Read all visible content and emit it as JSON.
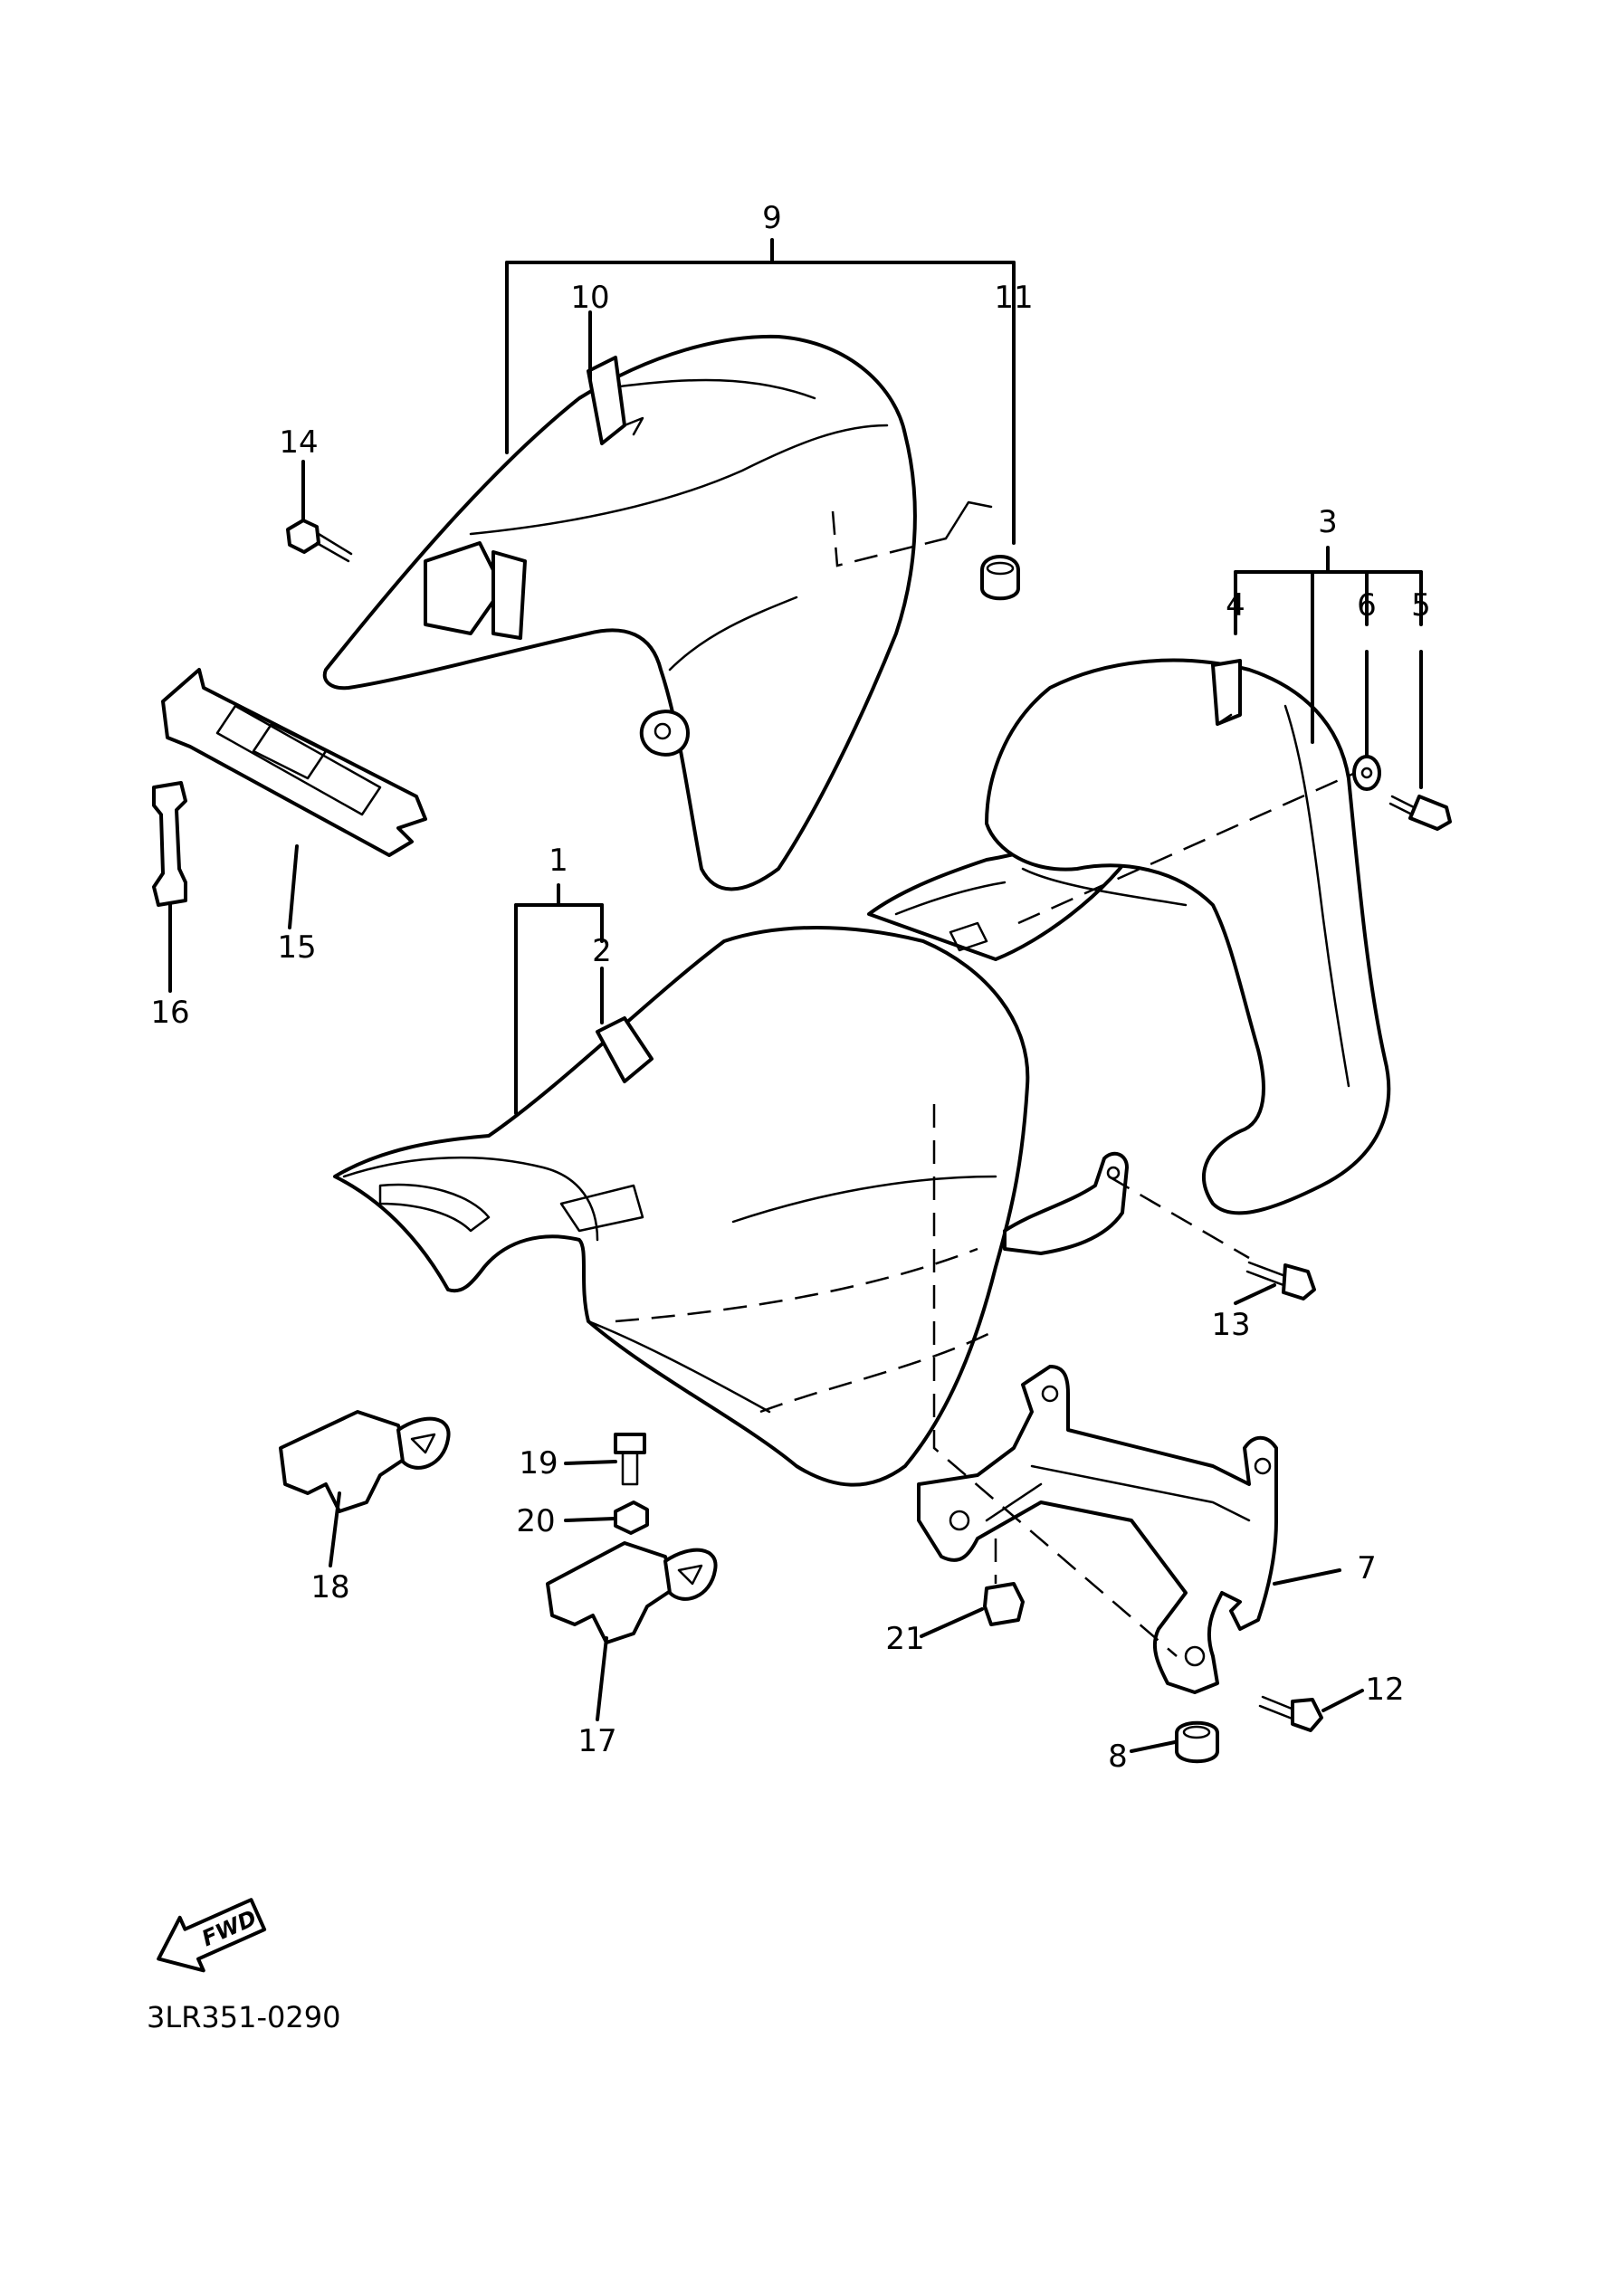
{
  "callouts": {
    "c1": "1",
    "c2": "2",
    "c3": "3",
    "c4": "4",
    "c5": "5",
    "c6": "6",
    "c7": "7",
    "c8": "8",
    "c9": "9",
    "c10": "10",
    "c11": "11",
    "c12": "12",
    "c13": "13",
    "c14": "14",
    "c15": "15",
    "c16": "16",
    "c17": "17",
    "c18": "18",
    "c19": "19",
    "c20": "20",
    "c21": "21"
  },
  "direction_label": "FWD",
  "drawing_code": "3LR351-0290"
}
